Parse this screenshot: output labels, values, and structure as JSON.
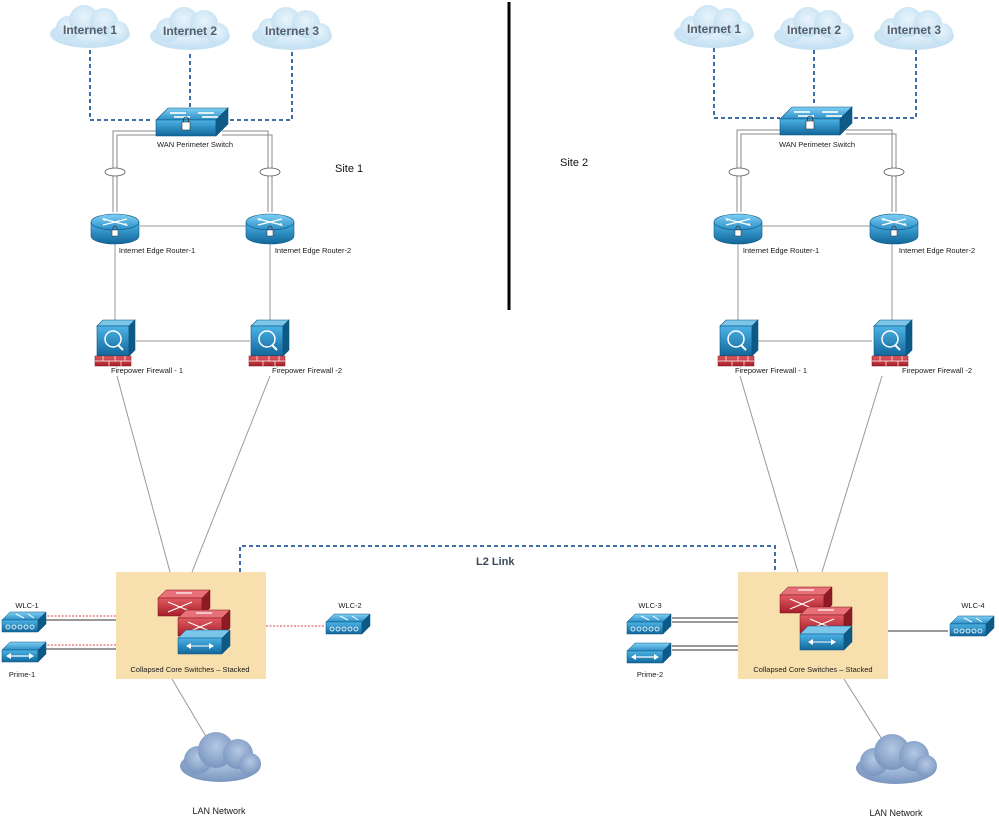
{
  "clouds": [
    "Internet 1",
    "Internet 2",
    "Internet 3"
  ],
  "wan_switch_label": "WAN Perimeter Switch",
  "router_labels": [
    "Internet Edge Router-1",
    "Internet Edge Router-2"
  ],
  "firewall_labels": [
    "Firepower Firewall - 1",
    "Firepower Firewall -2"
  ],
  "core_label": "Collapsed Core Switches – Stacked",
  "lan_label": "LAN Network",
  "l2_link_label": "L2 Link",
  "site1": {
    "site_label": "Site 1",
    "wlc_left": "WLC-1",
    "wlc_right": "WLC-2",
    "prime": "Prime-1"
  },
  "site2": {
    "site_label": "Site 2",
    "wlc_left": "WLC-3",
    "wlc_right": "WLC-4",
    "prime": "Prime-2"
  },
  "colors": {
    "cloud_fill": "#cfe6f5",
    "device_blue": "#1a80b8",
    "firewall_red": "#c8303a",
    "core_box": "#f8dfae",
    "dashed_link": "#3e6fa6",
    "lan_cloud": "#8aa4c8",
    "red_link": "#d64545"
  }
}
